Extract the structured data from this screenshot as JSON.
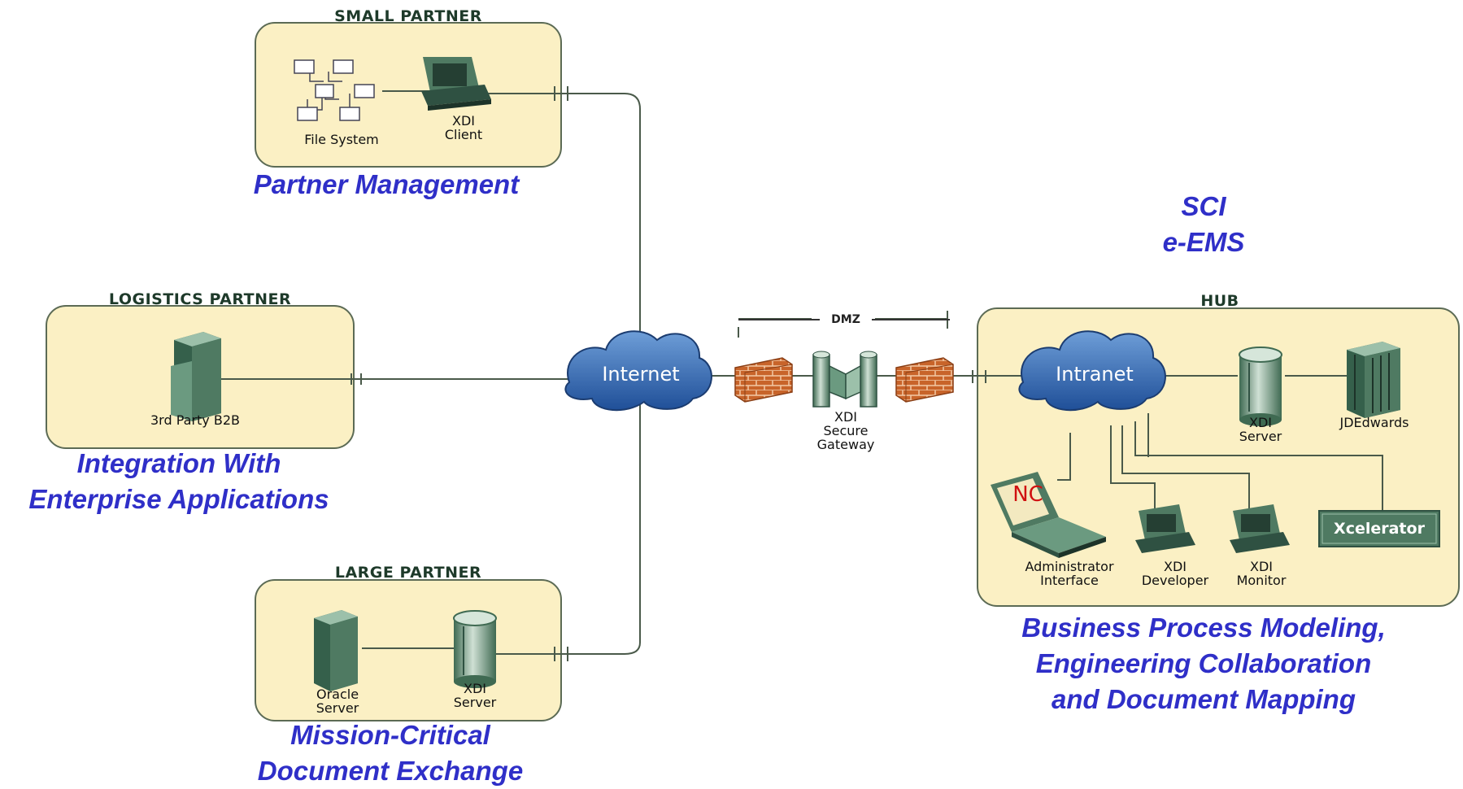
{
  "boxes": {
    "small_partner": "SMALL PARTNER",
    "logistics_partner": "LOGISTICS PARTNER",
    "large_partner": "LARGE PARTNER",
    "hub": "HUB"
  },
  "nodes": {
    "file_system": "File System",
    "xdi_client": "XDI\nClient",
    "third_party_b2b": "3rd Party B2B",
    "oracle_server": "Oracle\nServer",
    "xdi_server_large": "XDI\nServer",
    "internet": "Internet",
    "dmz": "DMZ",
    "xdi_secure_gateway": "XDI\nSecure\nGateway",
    "intranet": "Intranet",
    "xdi_server_hub": "XDI\nServer",
    "jdedwards": "JDEdwards",
    "nc": "NC",
    "administrator_interface": "Administrator\nInterface",
    "xdi_developer": "XDI\nDeveloper",
    "xdi_monitor": "XDI\nMonitor",
    "xcelerator": "Xcelerator"
  },
  "captions": {
    "partner_management": "Partner Management",
    "sci_eems": "SCI\ne-EMS",
    "integration": "Integration With\nEnterprise Applications",
    "mission_critical": "Mission-Critical\nDocument Exchange",
    "business_process": "Business Process Modeling,\nEngineering Collaboration\nand Document Mapping"
  },
  "colors": {
    "box_fill": "#fbf0c4",
    "box_stroke": "#5c6b55",
    "caption_blue": "#2f2fc8",
    "cloud_blue": "#2f62a8",
    "firewall": "#c8642a",
    "device_green": "#4f7a62"
  }
}
